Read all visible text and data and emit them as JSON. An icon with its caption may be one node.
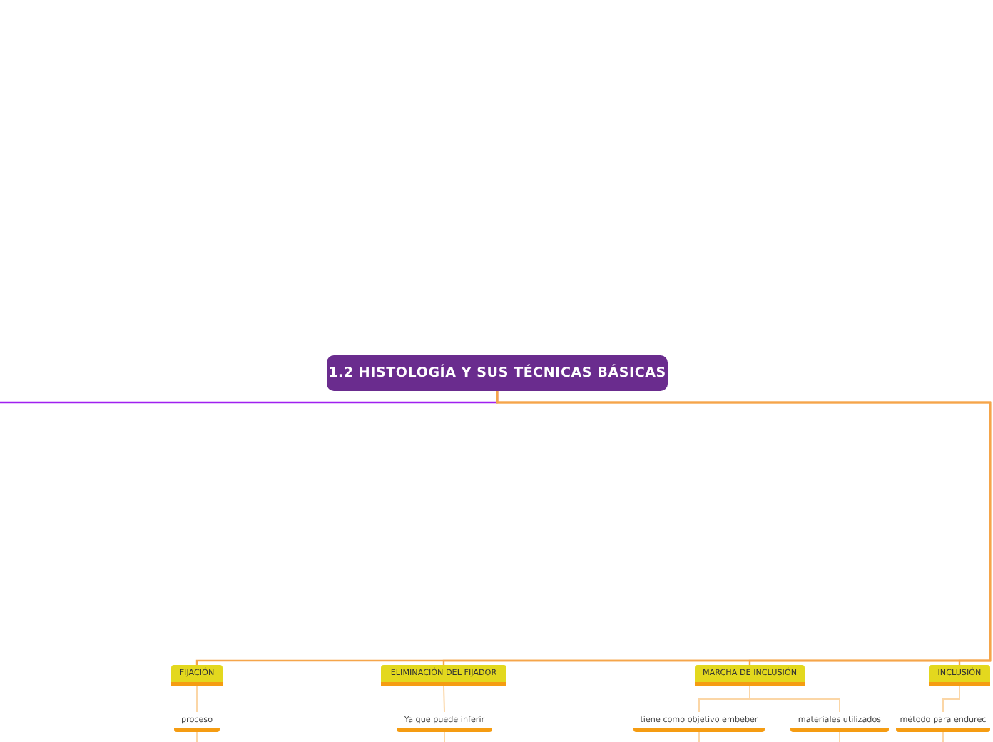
{
  "diagram": {
    "nodes": [
      {
        "text": [
          "1.2 HISTOLOGÍA Y SUS TÉCNICAS BÁSICAS"
        ]
      },
      {
        "text": [
          "FIJACIÓN"
        ]
      },
      {
        "text": [
          "proceso"
        ]
      },
      {
        "text": [
          "ELIMINACIÓN DEL FIJADOR"
        ]
      },
      {
        "text": [
          "Ya que puede inferir"
        ]
      },
      {
        "text": [
          "MARCHA DE INCLUSIÓN"
        ]
      },
      {
        "text": [
          "tiene como objetivo embeber"
        ]
      },
      {
        "text": [
          "materiales utilizados"
        ]
      },
      {
        "text": [
          "INCLUSIÓN"
        ]
      },
      {
        "text": [
          "método para endurec"
        ]
      }
    ],
    "edges": [
      {
        "from": 0,
        "to": null,
        "arrow": "none",
        "color": "#a020f0"
      },
      {
        "from": 0,
        "to": 1,
        "arrow": "none",
        "color": "#f5a54a"
      },
      {
        "from": 0,
        "to": 3,
        "arrow": "none",
        "color": "#f5a54a"
      },
      {
        "from": 0,
        "to": 5,
        "arrow": "none",
        "color": "#f5a54a"
      },
      {
        "from": 0,
        "to": 8,
        "arrow": "none",
        "color": "#f5a54a"
      },
      {
        "from": 1,
        "to": 2,
        "arrow": "none"
      },
      {
        "from": 3,
        "to": 4,
        "arrow": "none"
      },
      {
        "from": 5,
        "to": 6,
        "arrow": "none"
      },
      {
        "from": 5,
        "to": 7,
        "arrow": "none"
      },
      {
        "from": 8,
        "to": 9,
        "arrow": "none"
      },
      {
        "from": 2,
        "to": null,
        "arrow": "none"
      },
      {
        "from": 4,
        "to": null,
        "arrow": "none"
      },
      {
        "from": 6,
        "to": null,
        "arrow": "none"
      },
      {
        "from": 7,
        "to": null,
        "arrow": "none"
      },
      {
        "from": 9,
        "to": null,
        "arrow": "none"
      }
    ]
  }
}
